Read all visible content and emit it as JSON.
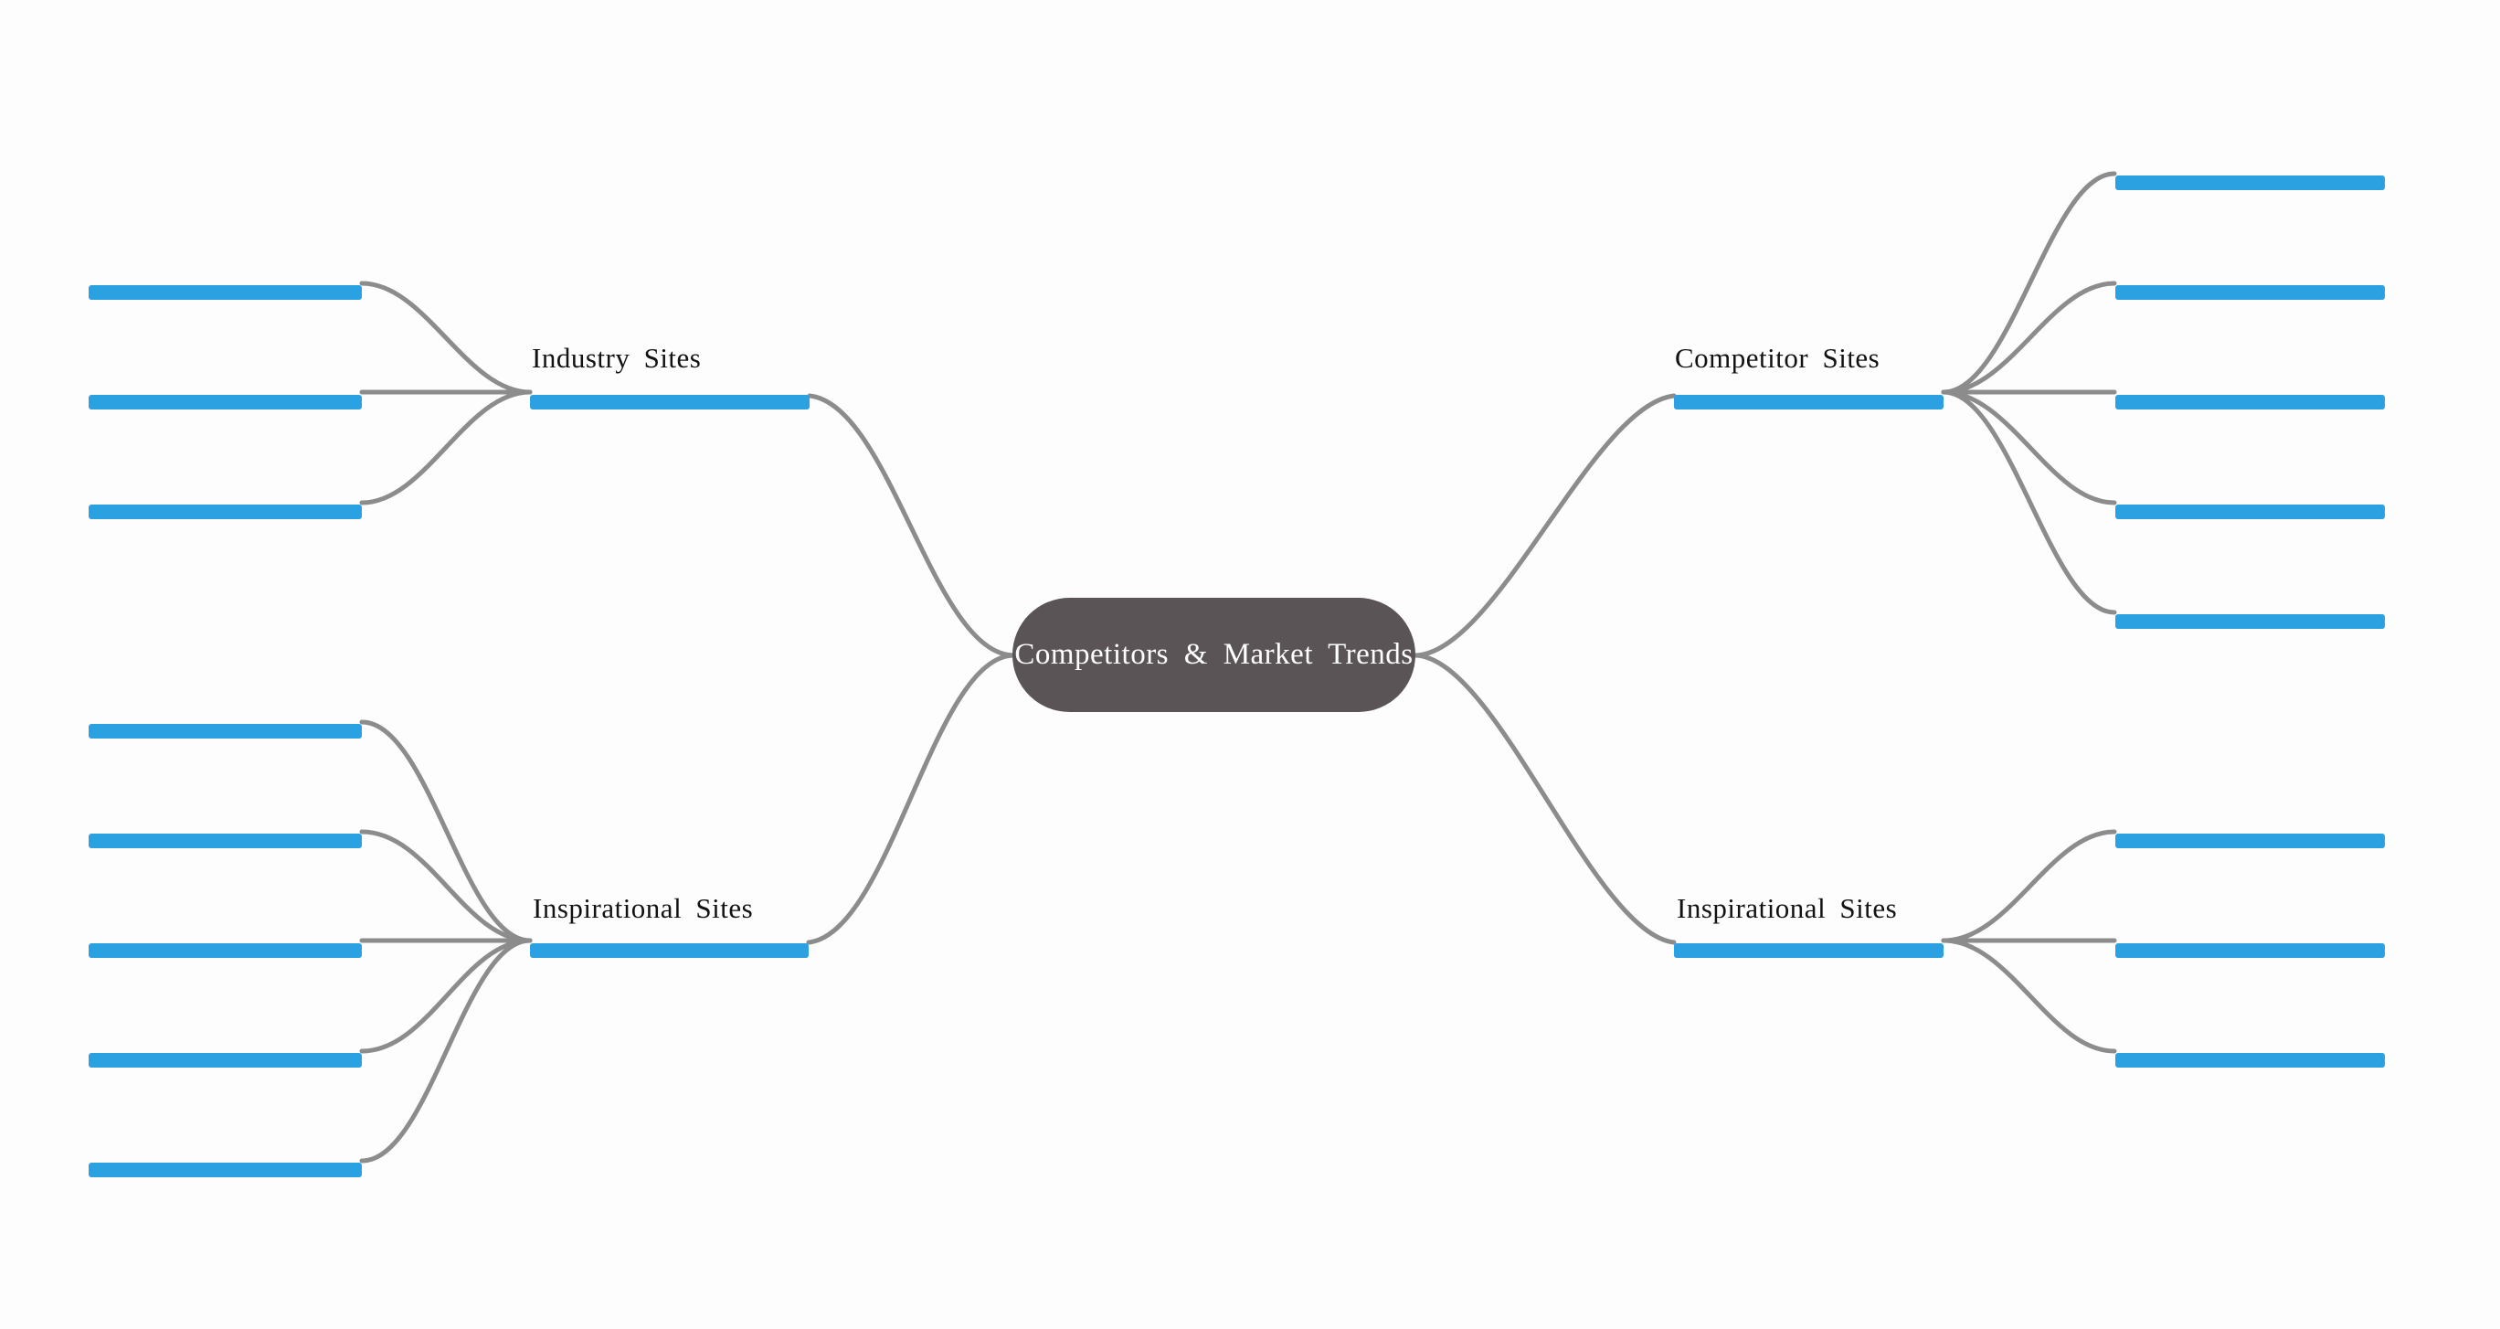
{
  "canvas": {
    "background": "#fdfdfd"
  },
  "palette": {
    "topic_bar_blue": "#2BA1E1",
    "connector_gray": "#8C8C8C",
    "central_topic_fill": "#5A5456",
    "central_topic_text_color": "#FFFFFF",
    "branch_label_text_color": "#121212"
  },
  "central_topic": {
    "label": "Competitors & Market Trends"
  },
  "branches": [
    {
      "label": "Industry Sites",
      "side": "left",
      "position": "top",
      "children_count": 3
    },
    {
      "label": "Inspirational Sites",
      "side": "left",
      "position": "bottom",
      "children_count": 5
    },
    {
      "label": "Competitor Sites",
      "side": "right",
      "position": "top",
      "children_count": 5
    },
    {
      "label": "Inspirational Sites",
      "side": "right",
      "position": "bottom",
      "children_count": 3
    }
  ]
}
